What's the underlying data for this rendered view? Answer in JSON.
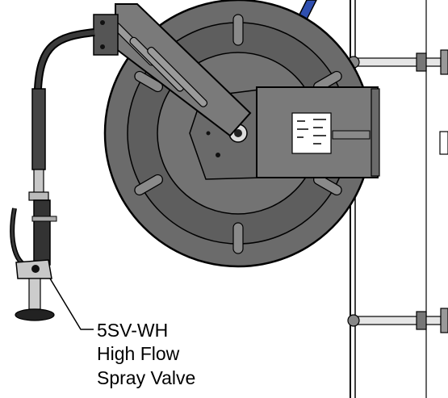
{
  "callout": {
    "lines": [
      "5SV-WH",
      "High Flow",
      "Spray Valve"
    ]
  },
  "colors": {
    "reel": "#6b6b6b",
    "reel_dark": "#4a4a4a",
    "bracket": "#7a7a7a",
    "outline": "#000000",
    "hose": "#2a2a2a",
    "supply_hose": "#2f4fb0",
    "valve_metal": "#c8c8c8",
    "background": "#ffffff"
  },
  "icons": [
    "hose-reel",
    "spray-valve",
    "wall-mount-bracket",
    "supply-hose"
  ]
}
